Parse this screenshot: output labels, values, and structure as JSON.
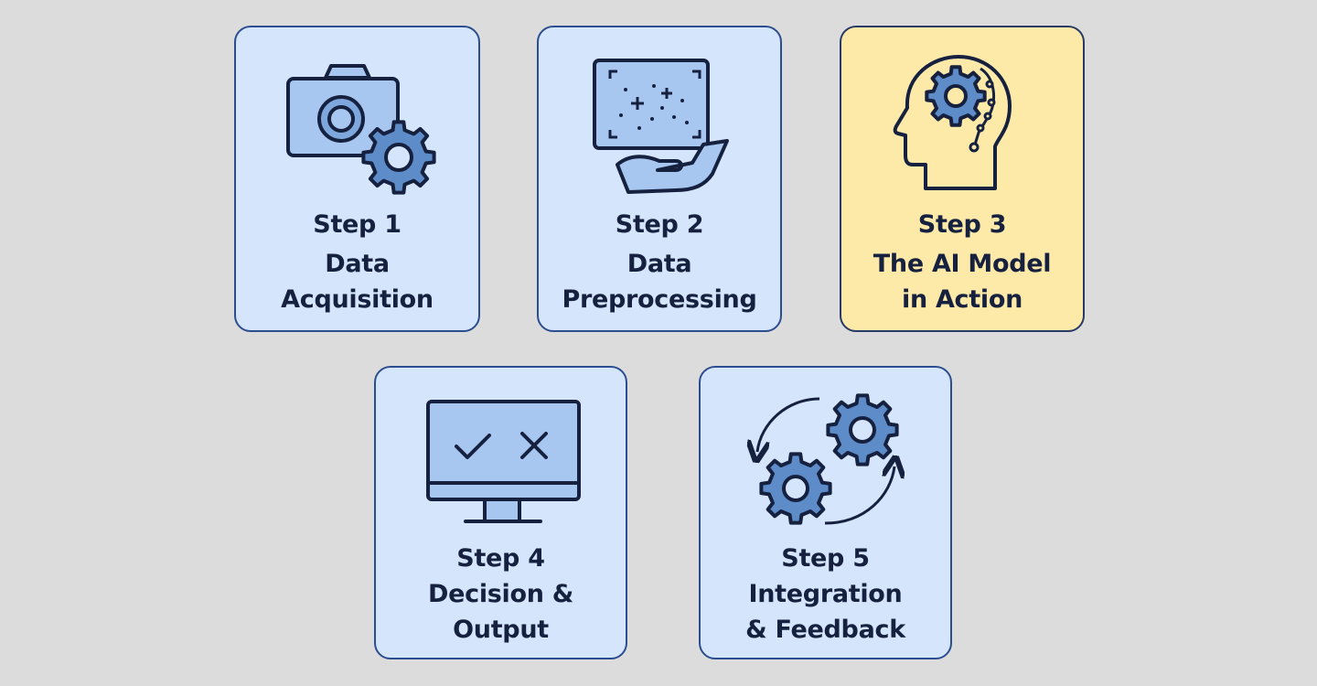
{
  "colors": {
    "background": "#dcdcdc",
    "card": "#d5e5fb",
    "highlight": "#fde9a8",
    "border": "#2c4d8f",
    "text": "#16213f",
    "icon_fill": "#a8c7f0",
    "gear": "#5d8cc9"
  },
  "steps": [
    {
      "step": "Step 1",
      "lines": [
        "Data",
        "Acquisition"
      ],
      "icon": "camera-gear-icon",
      "highlighted": false
    },
    {
      "step": "Step 2",
      "lines": [
        "Data",
        "Preprocessing"
      ],
      "icon": "image-hand-icon",
      "highlighted": false
    },
    {
      "step": "Step 3",
      "lines": [
        "The AI Model",
        "in Action"
      ],
      "icon": "head-gear-icon",
      "highlighted": true
    },
    {
      "step": "Step 4",
      "lines": [
        "Decision &",
        "Output"
      ],
      "icon": "monitor-check-cross-icon",
      "highlighted": false
    },
    {
      "step": "Step 5",
      "lines": [
        "Integration",
        "& Feedback"
      ],
      "icon": "cycle-gears-icon",
      "highlighted": false
    }
  ]
}
